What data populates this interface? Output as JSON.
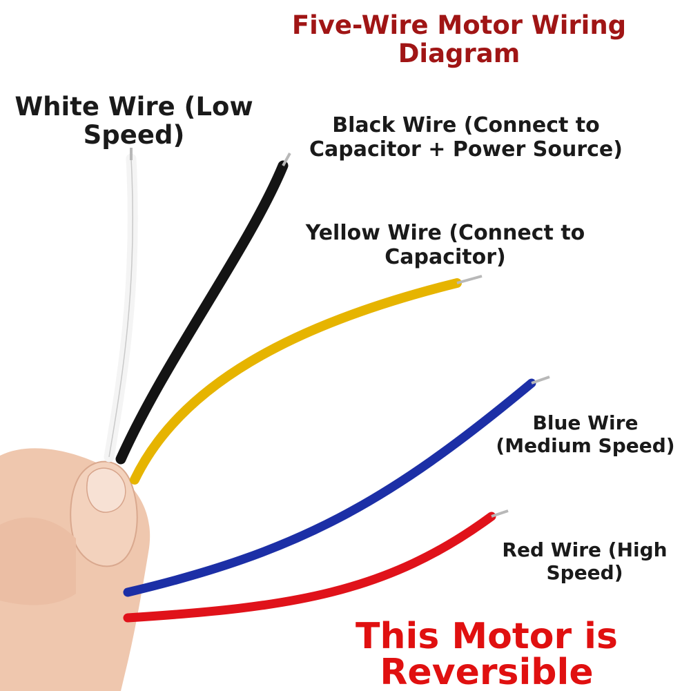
{
  "colors": {
    "title": "#a01515",
    "note": "#e01010",
    "label_text": "#1a1a1a",
    "wire_white": "#f4f4f4",
    "wire_black": "#141414",
    "wire_yellow": "#e6b400",
    "wire_blue": "#1c2fa6",
    "wire_red": "#e0121a",
    "copper_tip": "#b8b8b8",
    "skin": "#efc7ae"
  },
  "icons": {
    "hand": "hand-holding-wires-icon"
  },
  "title": {
    "line1": "Five-Wire Motor Wiring",
    "line2": "Diagram"
  },
  "labels": {
    "white": {
      "line1": "White Wire (Low",
      "line2": "Speed)"
    },
    "black": {
      "line1": "Black Wire (Connect to",
      "line2": "Capacitor + Power Source)"
    },
    "yellow": {
      "line1": "Yellow Wire (Connect to",
      "line2": "Capacitor)"
    },
    "blue": {
      "line1": "Blue Wire",
      "line2": "(Medium Speed)"
    },
    "red": {
      "line1": "Red Wire (High",
      "line2": "Speed)"
    }
  },
  "note": {
    "line1": "This Motor is",
    "line2": "Reversible"
  }
}
